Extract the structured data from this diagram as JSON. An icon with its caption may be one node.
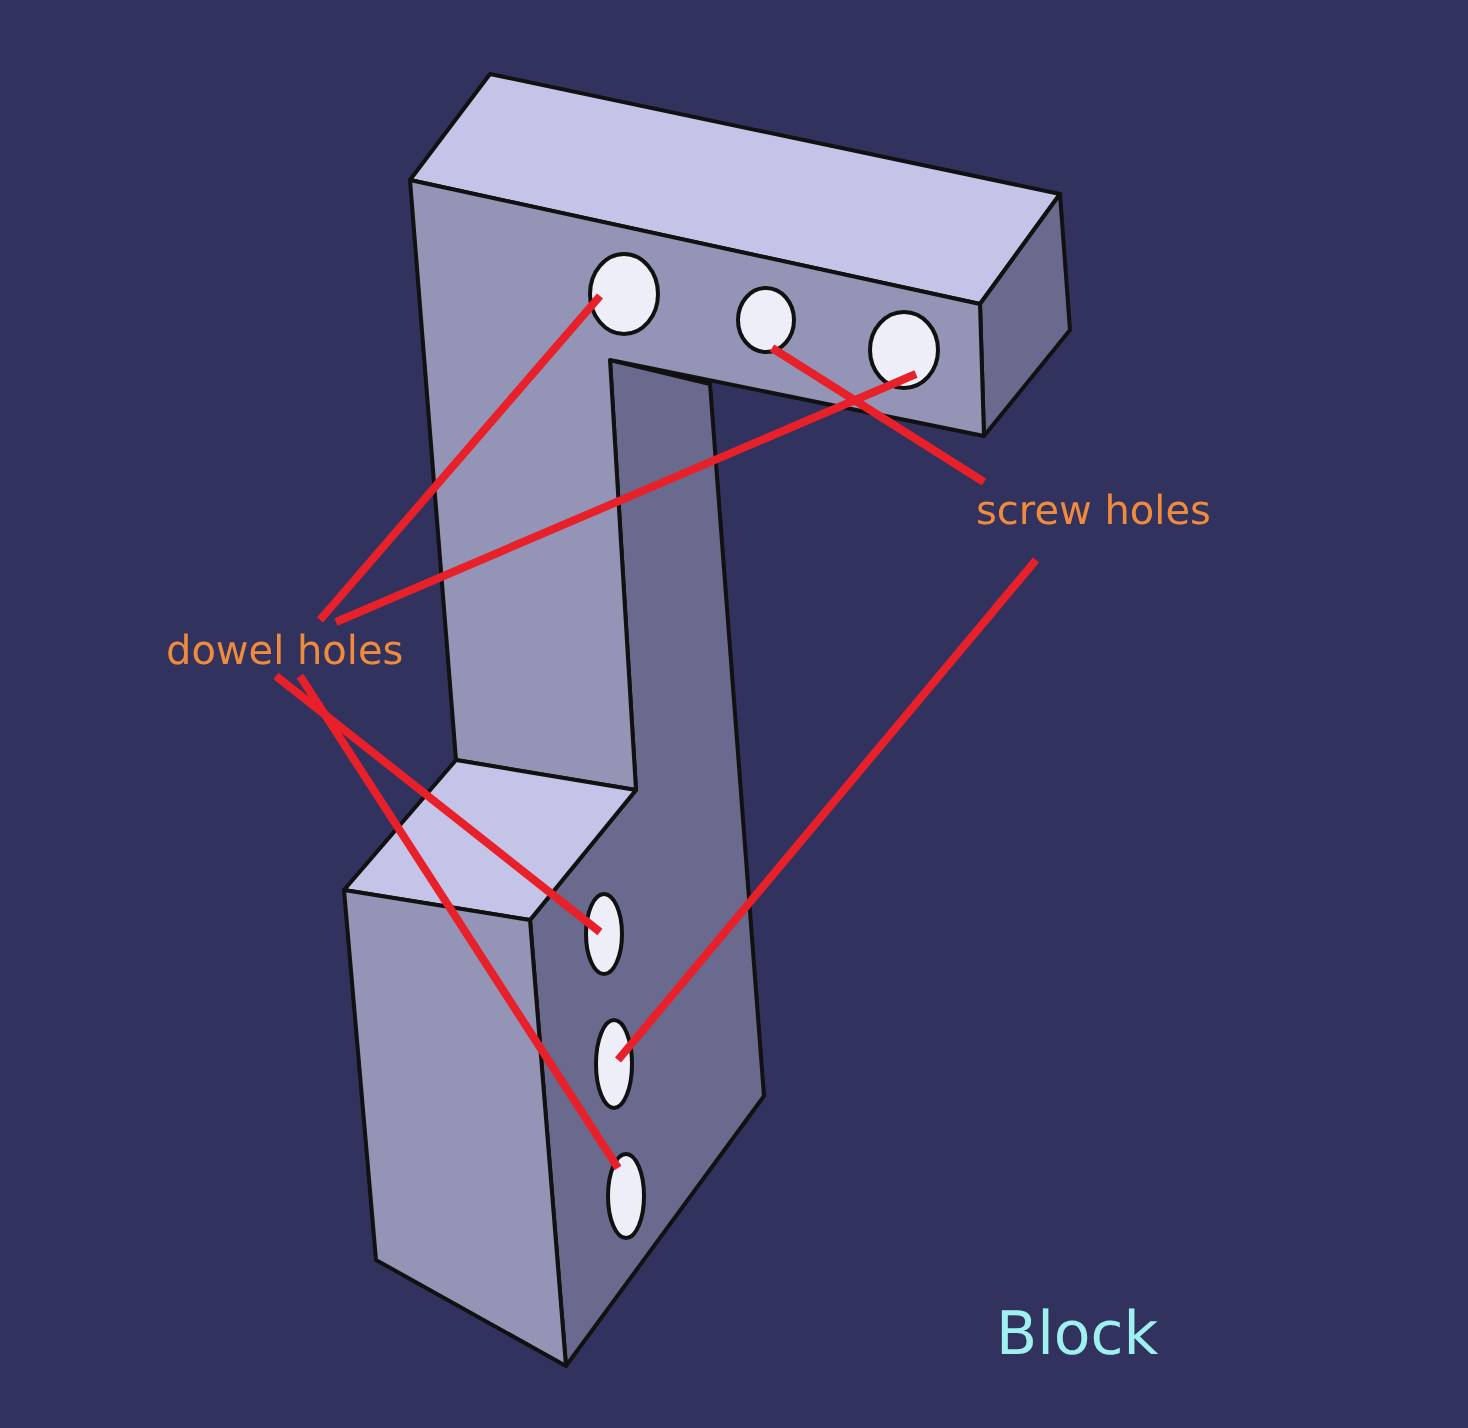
{
  "diagram": {
    "nodes": [
      {
        "text": [],
        "shape": "circle"
      },
      {
        "text": [],
        "shape": "circle"
      },
      {
        "text": [],
        "shape": "circle"
      },
      {
        "text": [
          "screw holes"
        ]
      },
      {
        "text": [
          "dowel holes"
        ]
      },
      {
        "text": [],
        "shape": "circle"
      },
      {
        "text": [],
        "shape": "circle"
      },
      {
        "text": [],
        "shape": "circle"
      }
    ],
    "edges": [
      {
        "from": 3,
        "to": 1,
        "arrow": "none"
      },
      {
        "from": 3,
        "to": 6,
        "arrow": "none"
      },
      {
        "from": 4,
        "to": 0,
        "arrow": "none"
      },
      {
        "from": 4,
        "to": 2,
        "arrow": "none"
      },
      {
        "from": 4,
        "to": 5,
        "arrow": "none"
      },
      {
        "from": 4,
        "to": 7,
        "arrow": "none"
      }
    ],
    "labels": [
      "Block"
    ]
  }
}
